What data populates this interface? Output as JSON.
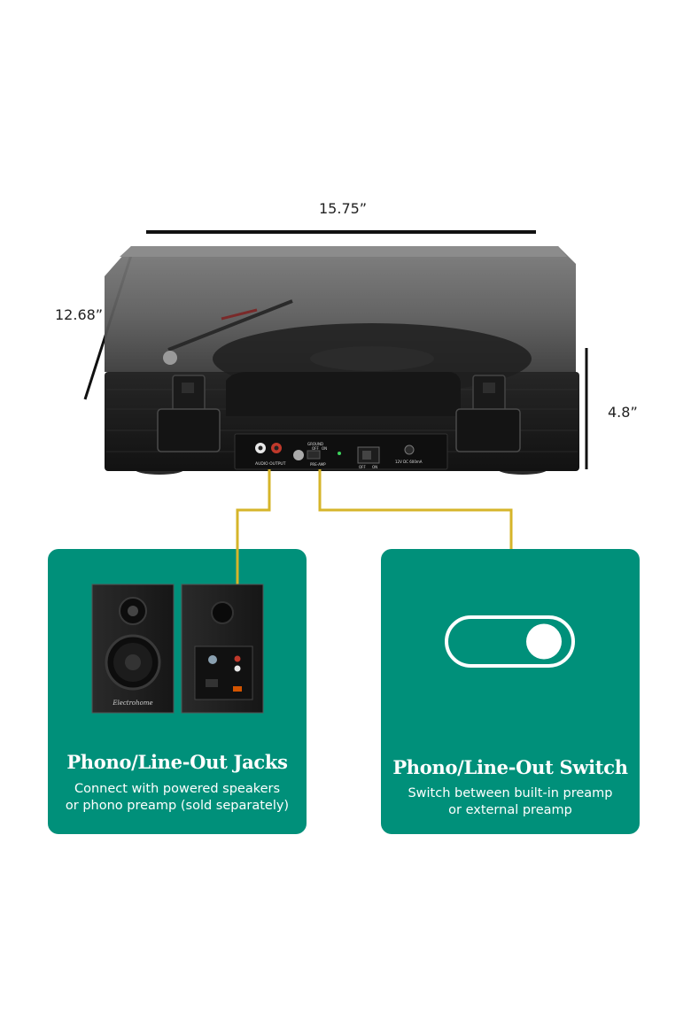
{
  "dimensions": {
    "width": "15.75”",
    "depth": "12.68”",
    "height": "4.8”"
  },
  "turntable_panel": {
    "audio_output_label": "AUDIO OUTPUT",
    "ground_label": "GROUND",
    "preamp_off": "OFF",
    "preamp_on": "ON",
    "preamp_label": "PRE-AMP",
    "power_off": "OFF",
    "power_on": "ON",
    "dc_label": "12V DC 600mA"
  },
  "speaker": {
    "brand": "Electrohome"
  },
  "cards": [
    {
      "title": "Phono/Line-Out Jacks",
      "desc_line1": "Connect with powered speakers",
      "desc_line2": "or phono preamp (sold separately)"
    },
    {
      "title": "Phono/Line-Out Switch",
      "desc_line1": "Switch between built-in preamp",
      "desc_line2": "or external preamp"
    }
  ],
  "colors": {
    "card_green": "#00907a",
    "connector_yellow": "#d6b52a",
    "turntable_black": "#1b1b1b"
  }
}
